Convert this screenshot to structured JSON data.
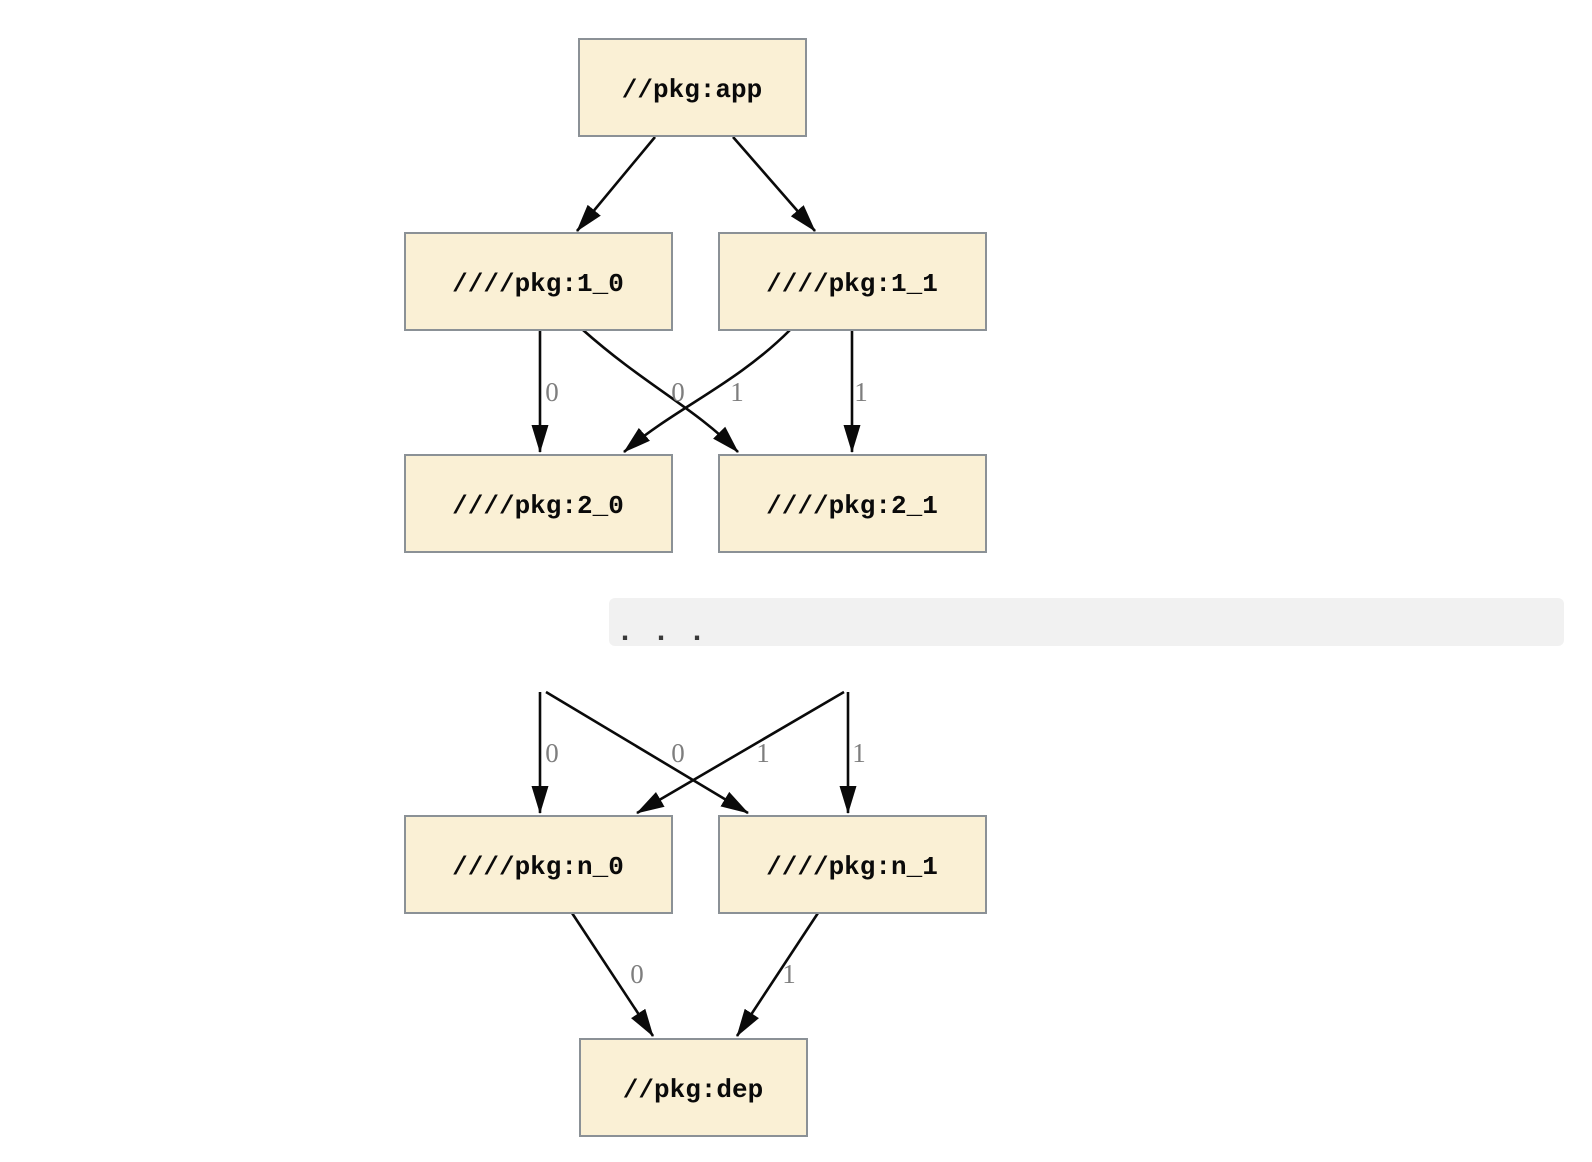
{
  "graph": {
    "nodes": {
      "app": {
        "label": "//pkg:app"
      },
      "l1_0": {
        "label": "////pkg:1_0"
      },
      "l1_1": {
        "label": "////pkg:1_1"
      },
      "l2_0": {
        "label": "////pkg:2_0"
      },
      "l2_1": {
        "label": "////pkg:2_1"
      },
      "ln_0": {
        "label": "////pkg:n_0"
      },
      "ln_1": {
        "label": "////pkg:n_1"
      },
      "dep": {
        "label": "//pkg:dep"
      }
    },
    "ellipsis": {
      "label": ". . ."
    },
    "edge_labels": {
      "r2_left": "0",
      "r2_mid_left": "0",
      "r2_mid_right": "1",
      "r2_right": "1",
      "rn_left": "0",
      "rn_mid_left": "0",
      "rn_mid_right": "1",
      "rn_right": "1",
      "dep_left": "0",
      "dep_right": "1"
    },
    "colors": {
      "node_fill": "#faf0d5",
      "node_border": "#8b9196",
      "edge": "#0a0a0a",
      "edge_label": "#7e7e7e",
      "ellipsis_bar": "#f1f1f1",
      "background": "#ffffff"
    }
  }
}
